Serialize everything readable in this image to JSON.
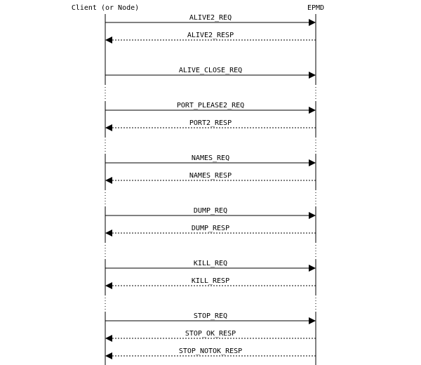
{
  "participants": {
    "client": "Client (or Node)",
    "epmd": "EPMD"
  },
  "messages": [
    {
      "label": "ALIVE2_REQ",
      "direction": "client-to-epmd",
      "style": "solid"
    },
    {
      "label": "ALIVE2_RESP",
      "direction": "epmd-to-client",
      "style": "dashed"
    },
    {
      "label": "ALIVE_CLOSE_REQ",
      "direction": "client-to-epmd",
      "style": "solid"
    },
    {
      "label": "PORT_PLEASE2_REQ",
      "direction": "client-to-epmd",
      "style": "solid"
    },
    {
      "label": "PORT2_RESP",
      "direction": "epmd-to-client",
      "style": "dashed"
    },
    {
      "label": "NAMES_REQ",
      "direction": "client-to-epmd",
      "style": "solid"
    },
    {
      "label": "NAMES_RESP",
      "direction": "epmd-to-client",
      "style": "dashed"
    },
    {
      "label": "DUMP_REQ",
      "direction": "client-to-epmd",
      "style": "solid"
    },
    {
      "label": "DUMP_RESP",
      "direction": "epmd-to-client",
      "style": "dashed"
    },
    {
      "label": "KILL_REQ",
      "direction": "client-to-epmd",
      "style": "solid"
    },
    {
      "label": "KILL_RESP",
      "direction": "epmd-to-client",
      "style": "dashed"
    },
    {
      "label": "STOP_REQ",
      "direction": "client-to-epmd",
      "style": "solid"
    },
    {
      "label": "STOP_OK_RESP",
      "direction": "epmd-to-client",
      "style": "dashed"
    },
    {
      "label": "STOP_NOTOK_RESP",
      "direction": "epmd-to-client",
      "style": "dashed"
    }
  ],
  "colors": {
    "line": "#000000",
    "background": "#ffffff"
  }
}
